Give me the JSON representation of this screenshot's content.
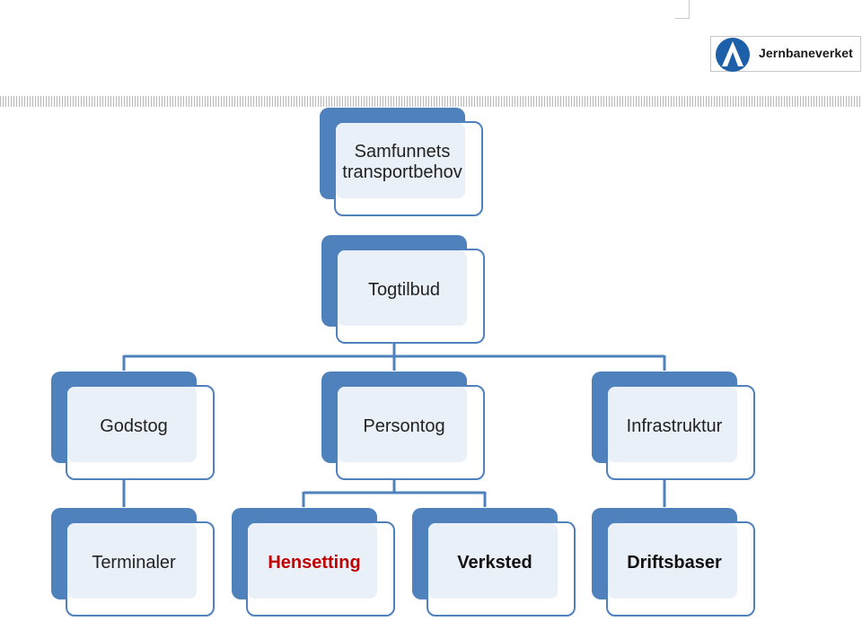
{
  "logo": {
    "text": "Jernbaneverket"
  },
  "colors": {
    "node_blue": "#4f81bd",
    "node_fill": "#eaf0f8",
    "highlight_red": "#c00000",
    "connector": "#4f81bd"
  },
  "nodes": {
    "root": "Samfunnets transportbehov",
    "service": "Togtilbud",
    "freight": "Godstog",
    "passenger": "Persontog",
    "infrastructure": "Infrastruktur",
    "terminals": "Terminaler",
    "storage": "Hensetting",
    "workshop": "Verksted",
    "depots": "Driftsbaser"
  }
}
